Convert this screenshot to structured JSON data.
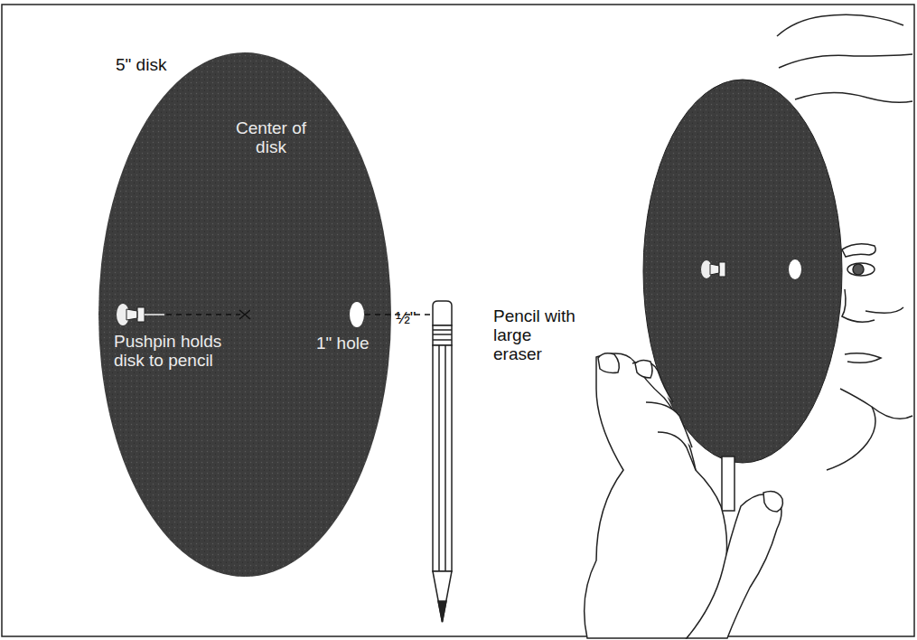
{
  "diagram": {
    "labels": [
      "5\" disk",
      "Center of disk",
      "½\"",
      "Pushpin holds disk to pencil",
      "1\" hole",
      "Pencil with large eraser"
    ]
  }
}
